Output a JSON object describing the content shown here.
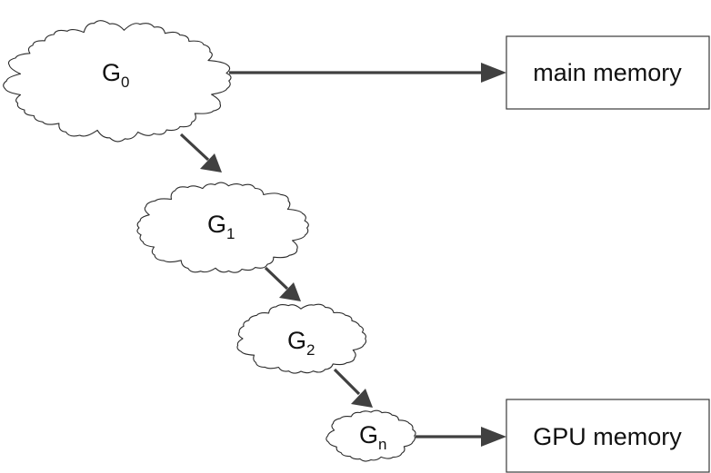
{
  "diagram": {
    "nodes": [
      {
        "id": "g0",
        "base": "G",
        "sub": "0"
      },
      {
        "id": "g1",
        "base": "G",
        "sub": "1"
      },
      {
        "id": "g2",
        "base": "G",
        "sub": "2"
      },
      {
        "id": "gn",
        "base": "G",
        "sub": "n"
      }
    ],
    "boxes": {
      "main_memory": "main memory",
      "gpu_memory": "GPU memory"
    },
    "edges": [
      {
        "from": "G0",
        "to": "main memory"
      },
      {
        "from": "G0",
        "to": "G1"
      },
      {
        "from": "G1",
        "to": "G2"
      },
      {
        "from": "G2",
        "to": "Gn"
      },
      {
        "from": "Gn",
        "to": "GPU memory"
      }
    ],
    "colors": {
      "arrow": "#404040",
      "outline": "#2b2b2b",
      "text": "#111111"
    }
  }
}
